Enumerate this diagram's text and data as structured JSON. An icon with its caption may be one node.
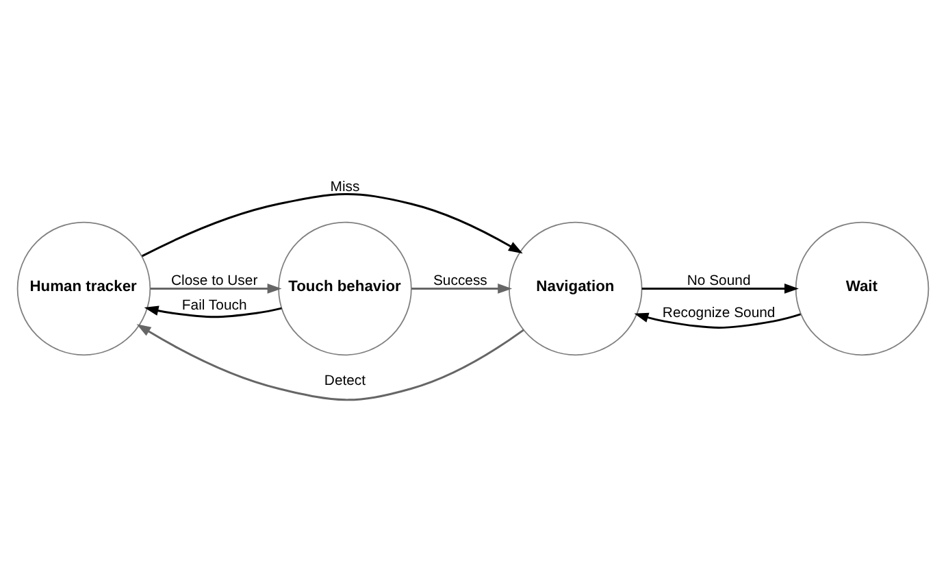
{
  "diagram": {
    "nodes": [
      {
        "text": [
          "Human tracker"
        ]
      },
      {
        "text": [
          "Wait"
        ]
      },
      {
        "text": [
          "Navigation"
        ]
      },
      {
        "text": [
          "Touch behavior"
        ]
      }
    ],
    "edges": [
      {
        "from": 1,
        "to": 2,
        "arrow": "to",
        "label": "Recognize Sound"
      },
      {
        "from": 2,
        "to": 1,
        "arrow": "to",
        "label": "No Sound"
      },
      {
        "from": 2,
        "to": 0,
        "arrow": "to",
        "label": "Detect",
        "color": "#666666"
      },
      {
        "from": 0,
        "to": 2,
        "arrow": "to",
        "label": "Miss"
      },
      {
        "from": 0,
        "to": 3,
        "arrow": "to",
        "label": "Close to User",
        "color": "#666666"
      },
      {
        "from": 3,
        "to": 0,
        "arrow": "to",
        "label": "Fail Touch"
      },
      {
        "from": 3,
        "to": 2,
        "arrow": "to",
        "label": "Success",
        "color": "#666666"
      }
    ]
  }
}
